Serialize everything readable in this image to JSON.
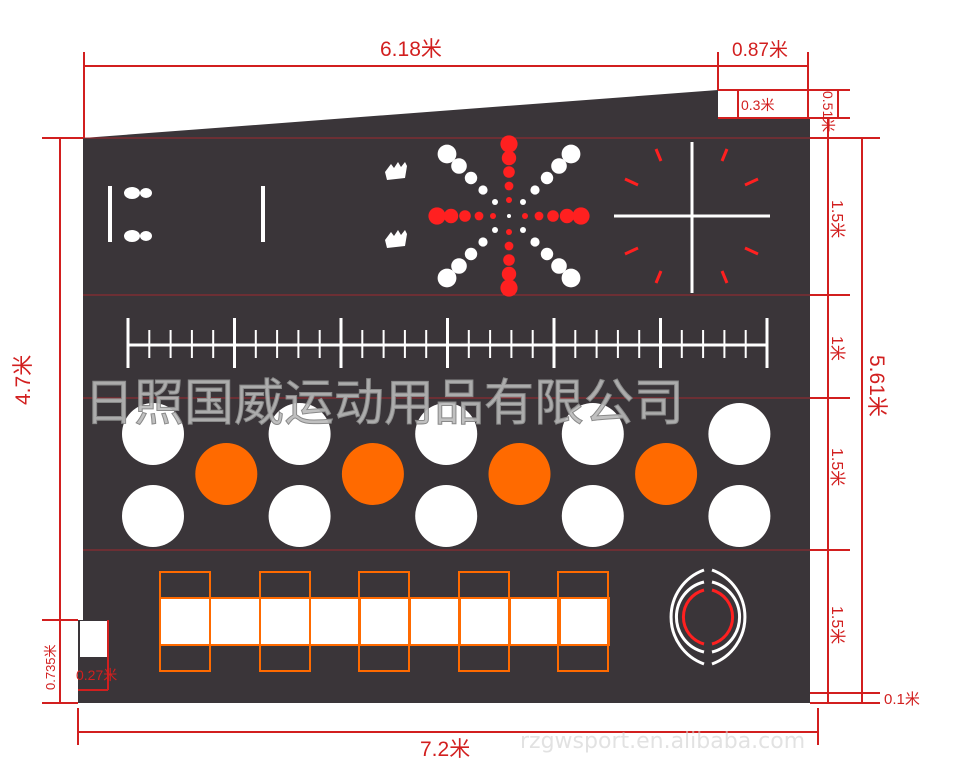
{
  "dimensions": {
    "top_width": "6.18米",
    "top_notch_width": "0.87米",
    "notch_inner": "0.3米",
    "notch_height": "0.51米",
    "left_height": "4.7米",
    "right_height": "5.61米",
    "seg_top": "1.5米",
    "seg_ruler": "1米",
    "seg_circles": "1.5米",
    "seg_bottom": "1.5米",
    "bottom_offset": "0.1米",
    "bottom_width": "7.2米",
    "corner_height": "0.735米",
    "corner_width": "0.27米"
  },
  "watermark": {
    "company": "日照国威运动用品有限公司",
    "site": "rzgwsport.en.alibaba.com"
  },
  "colors": {
    "mat": "#3a3539",
    "dimension": "#d21f1f",
    "orange": "#ff6a00",
    "white": "#ffffff",
    "section_line": "#b0282d"
  },
  "circles": {
    "pattern_top": [
      "white",
      "orange",
      "white",
      "orange",
      "white",
      "orange",
      "white",
      "orange",
      "white"
    ],
    "pattern_bottom": [
      "white",
      "orange",
      "white",
      "orange",
      "white",
      "orange",
      "white",
      "orange",
      "white"
    ]
  },
  "icons": [
    "footprints-icon",
    "hands-icon",
    "star-dots-icon",
    "crosshair-icon",
    "target-rings-icon"
  ]
}
